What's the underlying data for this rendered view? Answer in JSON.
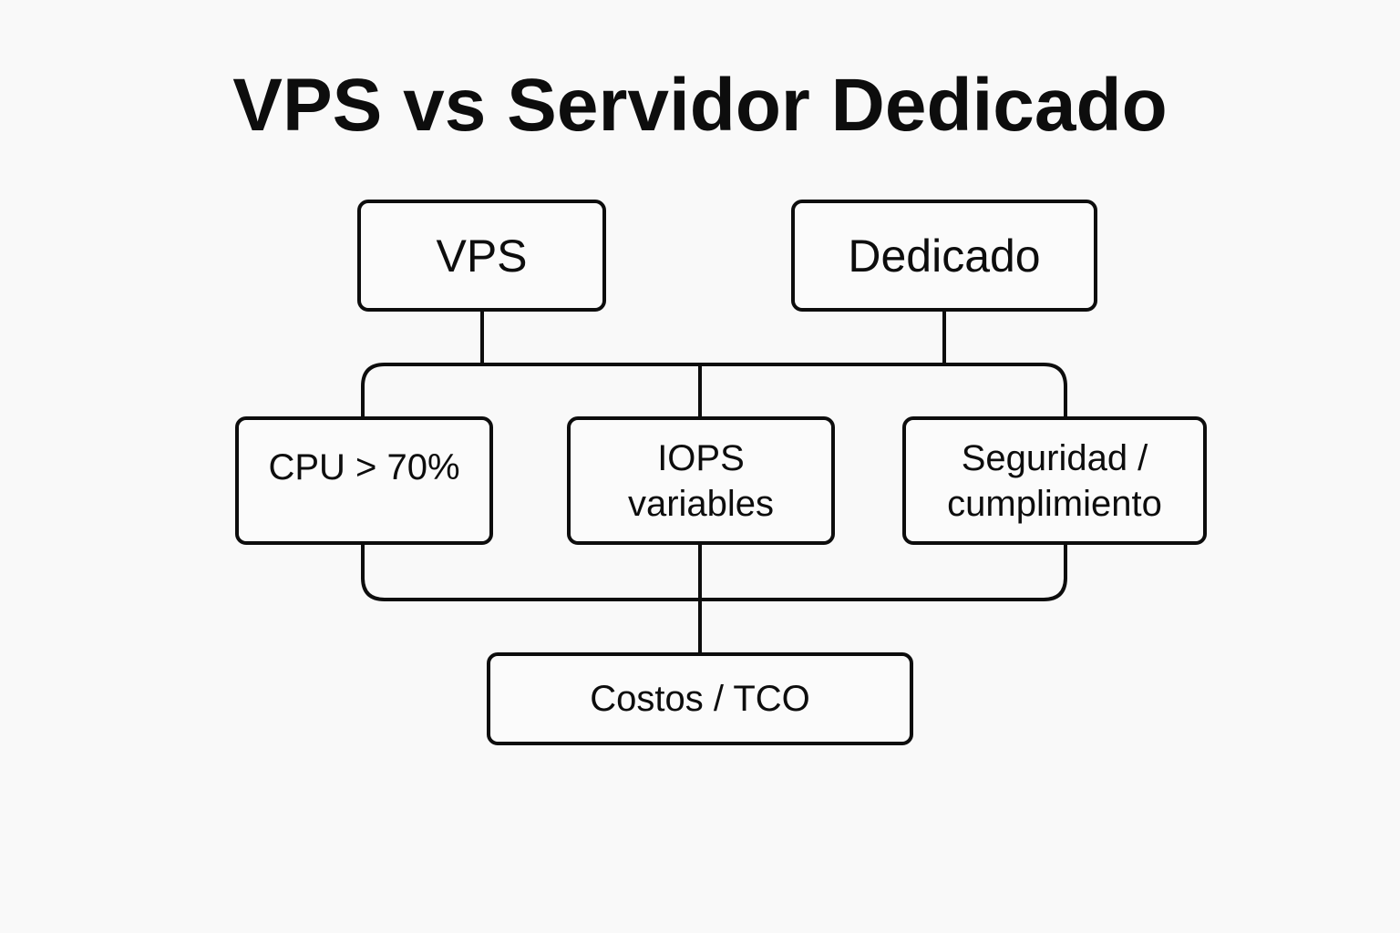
{
  "diagram": {
    "title": "VPS vs Servidor Dedicado",
    "colors": {
      "background": "#f9f9f9",
      "stroke": "#0d0d0d",
      "node_fill": "#fbfbfb",
      "text": "#0d0d0d"
    },
    "nodes": {
      "vps": {
        "label": "VPS"
      },
      "dedicado": {
        "label": "Dedicado"
      },
      "cpu": {
        "label": "CPU > 70%"
      },
      "iops": {
        "label": "IOPS\nvariables"
      },
      "seguridad": {
        "label": "Seguridad /\ncumplimiento"
      },
      "costos": {
        "label": "Costos / TCO"
      }
    },
    "edges": [
      {
        "from": "vps",
        "to": "bus"
      },
      {
        "from": "dedicado",
        "to": "bus"
      },
      {
        "from": "bus",
        "to": "cpu"
      },
      {
        "from": "bus",
        "to": "iops"
      },
      {
        "from": "bus",
        "to": "seguridad"
      },
      {
        "from": "cpu",
        "to": "costos"
      },
      {
        "from": "iops",
        "to": "costos"
      },
      {
        "from": "seguridad",
        "to": "costos"
      }
    ]
  }
}
